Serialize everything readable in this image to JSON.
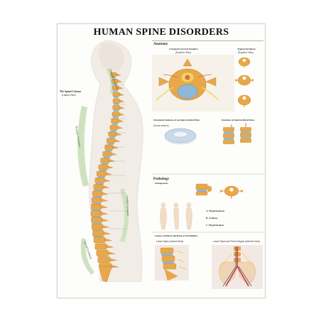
{
  "poster": {
    "title": "HUMAN SPINE DISORDERS",
    "left": {
      "column_label": "The Spinal Column",
      "column_sub": "(Lateral View)",
      "regions": [
        "Cervical Curvature",
        "Thoracic Curvature",
        "Lumbar Curvature",
        "Sacral Curvature"
      ]
    },
    "anatomy": {
      "heading": "Anatomy",
      "cervical_title": "A Typical Cervical Vertebra",
      "cervical_sub": "(Superior View)",
      "typical_title": "Typical Vertebrae",
      "typical_sub": "(Superior View)",
      "disc_title": "Structural Features of an Intervertebral Disc",
      "disc_sub": "(Cross-section)",
      "function_title": "Function of Intervertebral Discs"
    },
    "pathology": {
      "heading": "Pathology",
      "osteo_title": "Osteoporosis",
      "conditions": [
        "A: Hyperkyphosis",
        "B: Scoliosis",
        "C: Hyperlordosis"
      ],
      "pain_title": "Causes of Pain in the Back or Extremities",
      "pain_left": "Lower Spine (Lateral View)",
      "pain_right": "Lower Spine and Pelvic Region (Anterior View)"
    },
    "colors": {
      "bone": "#e8a84a",
      "bone_dark": "#c47a24",
      "disc": "#8fb8d8",
      "nerve": "#f3d35a",
      "region_green": "#cfe2bf",
      "skin": "#f1ece6"
    }
  }
}
